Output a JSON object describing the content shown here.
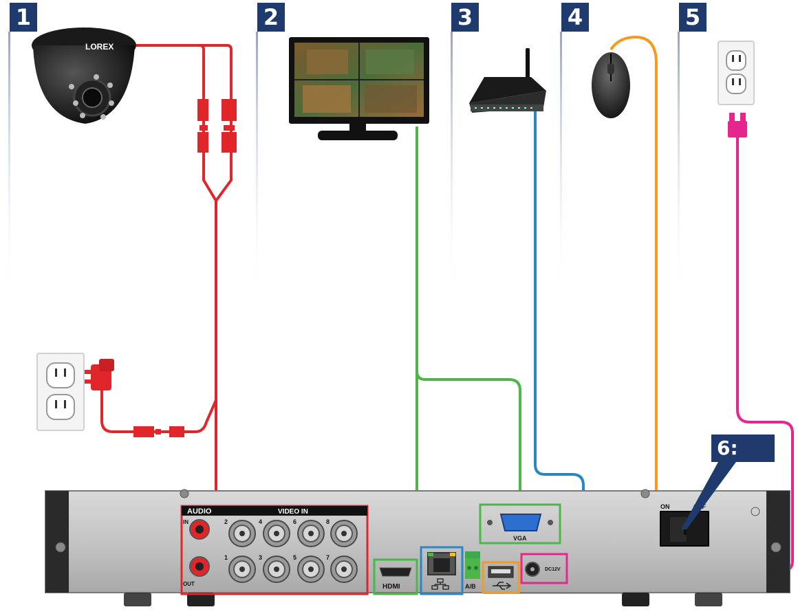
{
  "steps": [
    "1",
    "2",
    "3",
    "4",
    "5"
  ],
  "callout": "6:",
  "camera": {
    "brand": "LOREX"
  },
  "dvr": {
    "audio_label": "AUDIO",
    "video_in_label": "VIDEO IN",
    "in_label": "IN",
    "out_label": "OUT",
    "channels_top": [
      "2",
      "4",
      "6",
      "8"
    ],
    "channels_bottom": [
      "1",
      "3",
      "5",
      "7"
    ],
    "vga_label": "VGA",
    "hdmi_label": "HDMI",
    "ab_label": "A/B",
    "dc_label": "DC12V",
    "on_label": "ON",
    "off_label": "OFF"
  },
  "colors": {
    "navy": "#1f3a6d",
    "camera_cable": "#e0262b",
    "hdmi_cable": "#4cb648",
    "network_cable": "#2b86c8",
    "mouse_cable": "#f39a1f",
    "power_cable": "#e6268f"
  }
}
